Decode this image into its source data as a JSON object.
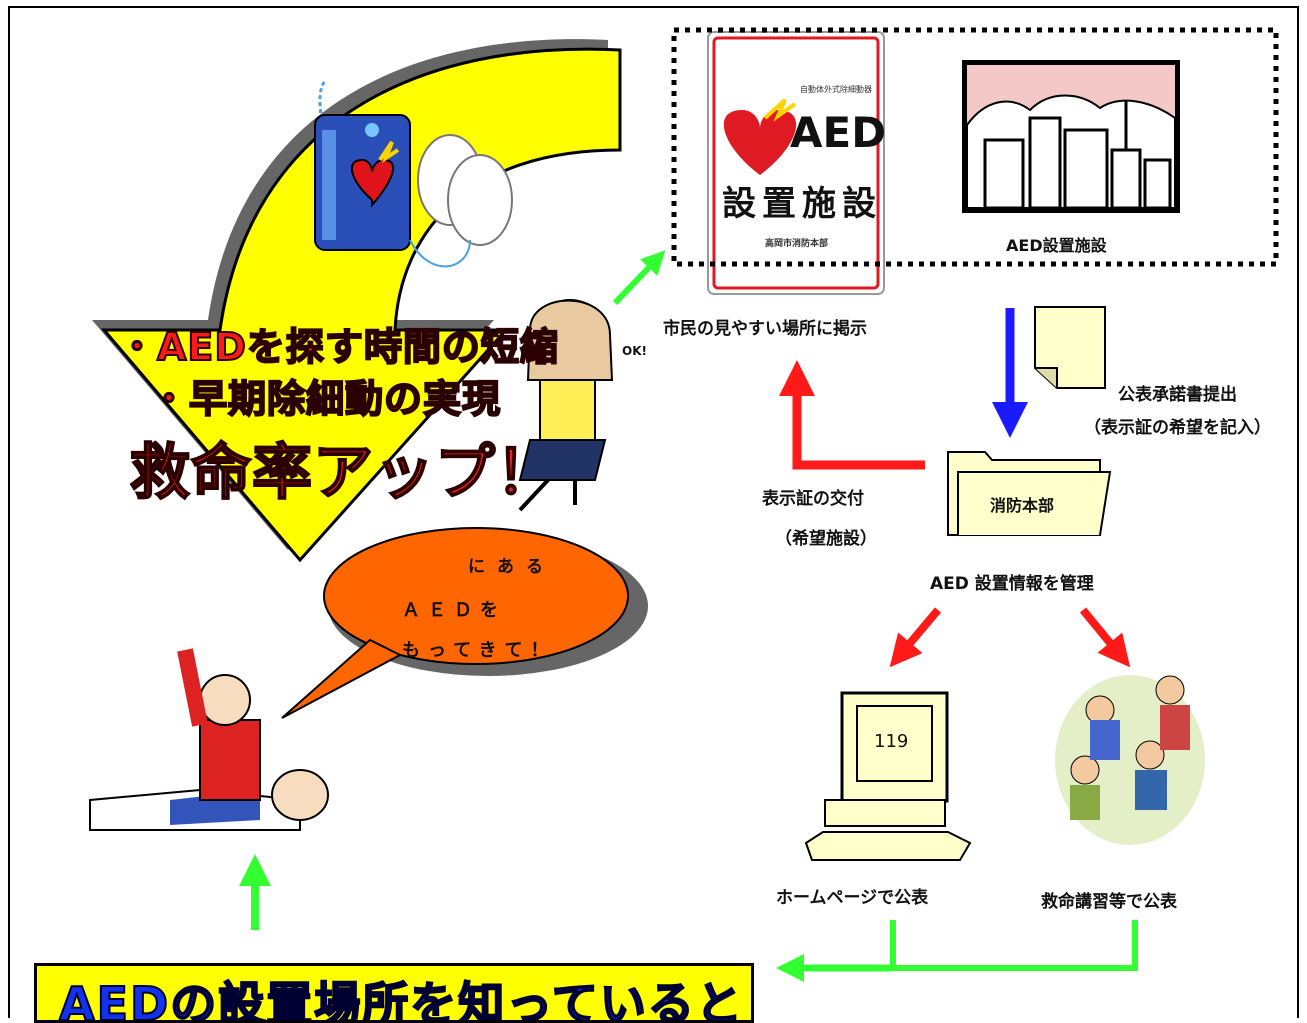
{
  "sign": {
    "brand": "AED",
    "line1": "設置施設",
    "small_top": "自動体外式除細動器",
    "small_bottom": "高岡市消防本部"
  },
  "building_caption": "AED設置施設",
  "post_caption": "市民の見やすい場所に掲示",
  "document_caption": "公表承諾書提出",
  "document_note": "（表示証の希望を記入）",
  "issue_caption": "表示証の交付",
  "issue_note": "（希望施設）",
  "folder_label": "消防本部",
  "manage_caption": "AED 設置情報を管理",
  "computer_screen": "119",
  "homepage_caption": "ホームページで公表",
  "training_caption": "救命講習等で公表",
  "benefit_line1": "・AEDを探す時間の短縮",
  "benefit_line2": "・早期除細動の実現",
  "benefit_line3": "救命率アップ！",
  "bubble_line1": "にある",
  "bubble_line2": "ＡＥＤを",
  "bubble_line3": "もってきて！",
  "girl_exclaim": "OK!",
  "banner_text": "AEDの設置場所を知っていると",
  "colors": {
    "yellow": "#ffff00",
    "green_arrow": "#33ff33",
    "red_arrow": "#ff1a1a",
    "blue_arrow": "#1a1aff",
    "bubble": "#ff6600",
    "banner_text": "#1133ee"
  }
}
